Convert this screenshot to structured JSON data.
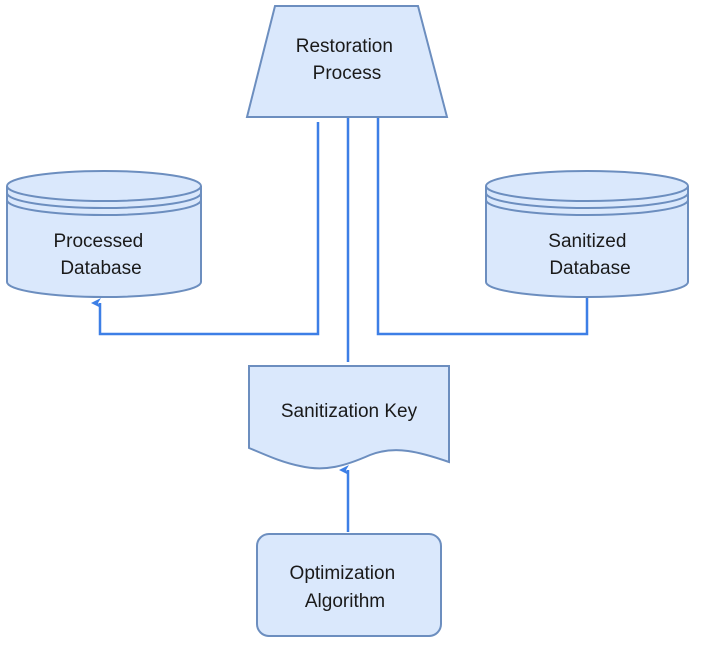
{
  "colors": {
    "node_fill": "#dae8fc",
    "node_stroke": "#6c8ebf",
    "edge": "#3d7fe6",
    "text": "#1a1a1a",
    "background": "#ffffff"
  },
  "nodes": {
    "restoration_process": {
      "shape": "trapezoid",
      "lines": [
        "Restoration",
        "Process"
      ]
    },
    "processed_database": {
      "shape": "cylinder",
      "lines": [
        "Processed",
        "Database"
      ]
    },
    "sanitized_database": {
      "shape": "cylinder",
      "lines": [
        "Sanitized",
        "Database"
      ]
    },
    "sanitization_key": {
      "shape": "document",
      "lines": [
        "Sanitization Key"
      ]
    },
    "optimization_algorithm": {
      "shape": "rounded-rectangle",
      "lines": [
        "Optimization",
        "Algorithm"
      ]
    }
  },
  "edges": [
    {
      "from": "restoration_process",
      "to": "processed_database"
    },
    {
      "from": "sanitization_key",
      "to": "restoration_process"
    },
    {
      "from": "sanitized_database",
      "to": "restoration_process"
    },
    {
      "from": "optimization_algorithm",
      "to": "sanitization_key"
    }
  ]
}
